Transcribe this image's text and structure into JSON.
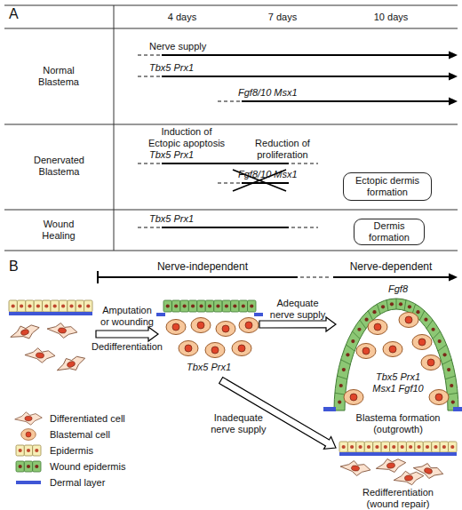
{
  "diagram": {
    "nodes": [
      {
        "text": [
          "Ectopic dermis formation"
        ]
      },
      {
        "text": [
          "Dermis formation"
        ]
      },
      {
        "text": [
          "Tbx5 Prx1"
        ]
      },
      {
        "text": [
          "Fgf8",
          "Tbx5 Prx1 Msx1 Fgf10",
          "Blastema formation (outgrowth)"
        ]
      },
      {
        "text": [
          "Redifferentiation (wound repair)"
        ]
      }
    ],
    "edges": [
      {
        "from": 2,
        "to": 3,
        "arrow": "to",
        "label": "Adequate nerve supply"
      },
      {
        "from": 2,
        "to": 4,
        "arrow": "to",
        "label": "Inadequate nerve supply"
      }
    ],
    "labels": [
      "A",
      "4 days",
      "7 days",
      "10 days",
      "Normal Blastema",
      "Denervated Blastema",
      "Wound Healing",
      "Nerve supply",
      "Tbx5 Prx1",
      "Fgf8/10 Msx1",
      "Induction of Ectopic apoptosis",
      "Reduction of proliferation",
      "Tbx5 Prx1",
      "Fgf8/10 Msx1",
      "Tbx5 Prx1",
      "B",
      "Nerve-independent",
      "Nerve-dependent",
      "Amputation or wounding",
      "Dedifferentiation"
    ],
    "legend": [
      {
        "text": "Differentiated cell"
      },
      {
        "text": "Blastemal cell"
      },
      {
        "text": "Epidermis"
      },
      {
        "text": "Wound epidermis"
      },
      {
        "text": "Dermal layer",
        "color": "#3f56d6"
      }
    ]
  }
}
